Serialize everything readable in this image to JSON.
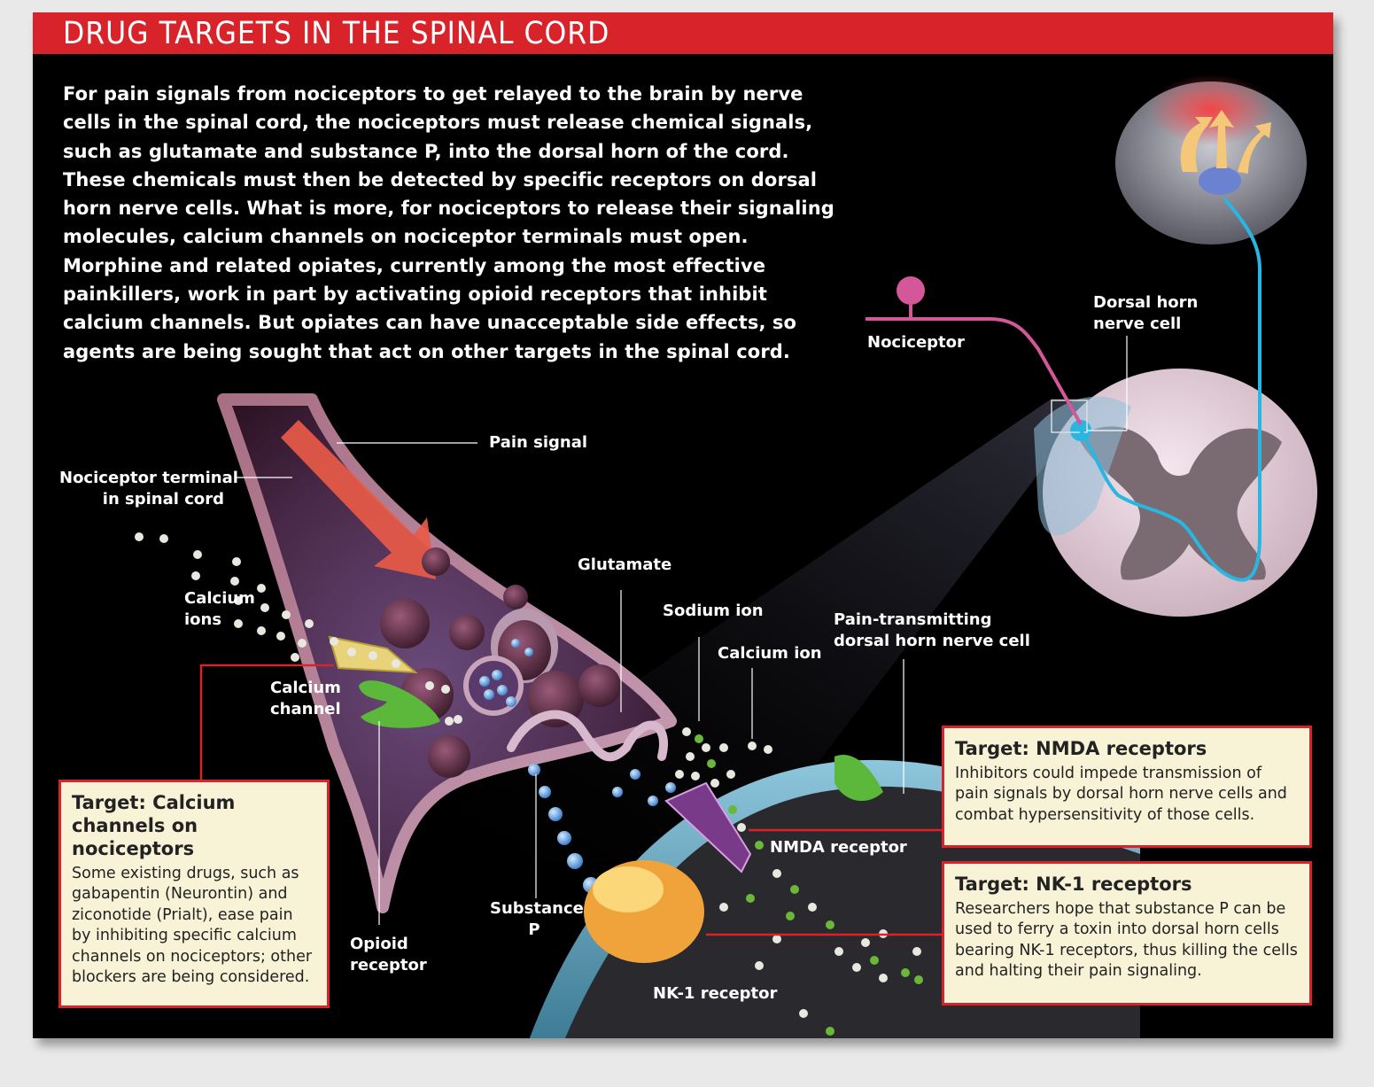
{
  "title": "DRUG TARGETS IN THE SPINAL CORD",
  "intro": "For pain signals from nociceptors to get relayed to the brain by nerve cells in the spinal cord, the nociceptors must release chemical signals, such as glutamate and substance P, into the dorsal horn of the cord. These chemicals must then be detected by specific receptors on dorsal horn nerve cells. What is more, for nociceptors to release their signaling molecules, calcium channels on nociceptor terminals must open. Morphine and related opiates, currently among the most effective painkillers, work in part by activating opioid receptors that inhibit calcium channels. But opiates can have unacceptable side effects, so agents are being sought that act on other targets in the spinal cord.",
  "labels": {
    "nociceptor": "Nociceptor",
    "dorsal_horn_nerve_cell": "Dorsal horn\nnerve cell",
    "pain_signal": "Pain signal",
    "nociceptor_terminal": "Nociceptor terminal\nin spinal cord",
    "calcium_ions": "Calcium\nions",
    "calcium_channel": "Calcium\nchannel",
    "glutamate": "Glutamate",
    "sodium_ion": "Sodium ion",
    "calcium_ion": "Calcium ion",
    "pain_transmitting": "Pain-transmitting\ndorsal horn nerve cell",
    "opioid_receptor": "Opioid\nreceptor",
    "substance_p": "Substance\nP",
    "nmda_receptor": "NMDA receptor",
    "nk1_receptor": "NK-1 receptor"
  },
  "boxes": {
    "calcium": {
      "title": "Target: Calcium channels on nociceptors",
      "body": "Some existing drugs, such as gabapentin (Neurontin) and ziconotide (Prialt), ease pain by inhibiting specific calcium channels on nociceptors; other blockers are being considered."
    },
    "nmda": {
      "title": "Target: NMDA receptors",
      "body": "Inhibitors could impede transmission of pain signals by dorsal horn nerve cells and combat hypersensitivity of those cells."
    },
    "nk1": {
      "title": "Target: NK-1 receptors",
      "body": "Researchers hope that substance P can be used to ferry a toxin into dorsal horn cells bearing NK-1 receptors, thus killing the cells and halting their pain signaling."
    }
  },
  "colors": {
    "accent_red": "#d8232a",
    "box_fill": "#f8f2d7",
    "nociceptor_pink": "#d4579a",
    "nerve_cyan": "#29b6e0",
    "receptor_green": "#5cb83a",
    "receptor_orange": "#f0a33a"
  }
}
